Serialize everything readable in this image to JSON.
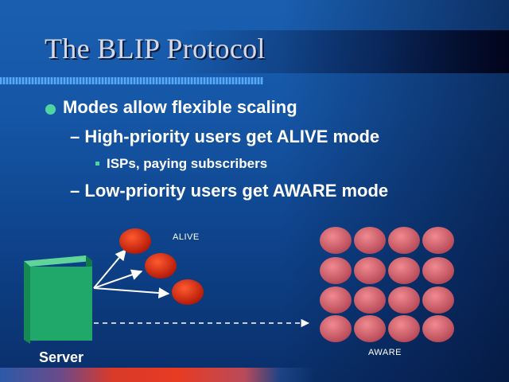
{
  "slide": {
    "title": "The BLIP Protocol",
    "bullets": [
      {
        "level": 1,
        "marker": "",
        "text": "Modes allow flexible scaling"
      },
      {
        "level": 2,
        "marker": "–",
        "text": "High-priority users get ALIVE mode"
      },
      {
        "level": 3,
        "marker": "",
        "text": "ISPs, paying subscribers"
      },
      {
        "level": 2,
        "marker": "–",
        "text": "Low-priority users get AWARE mode"
      }
    ]
  },
  "diagram": {
    "server_label": "Server",
    "alive_label": "ALIVE",
    "aware_label": "AWARE",
    "alive_user_count": 3,
    "aware_grid": {
      "rows": 4,
      "cols": 4
    },
    "colors": {
      "server": "#1fa86a",
      "alive_user": "#e02c10",
      "aware_user": "#d9606a",
      "bullet": "#4fd6a0"
    }
  }
}
